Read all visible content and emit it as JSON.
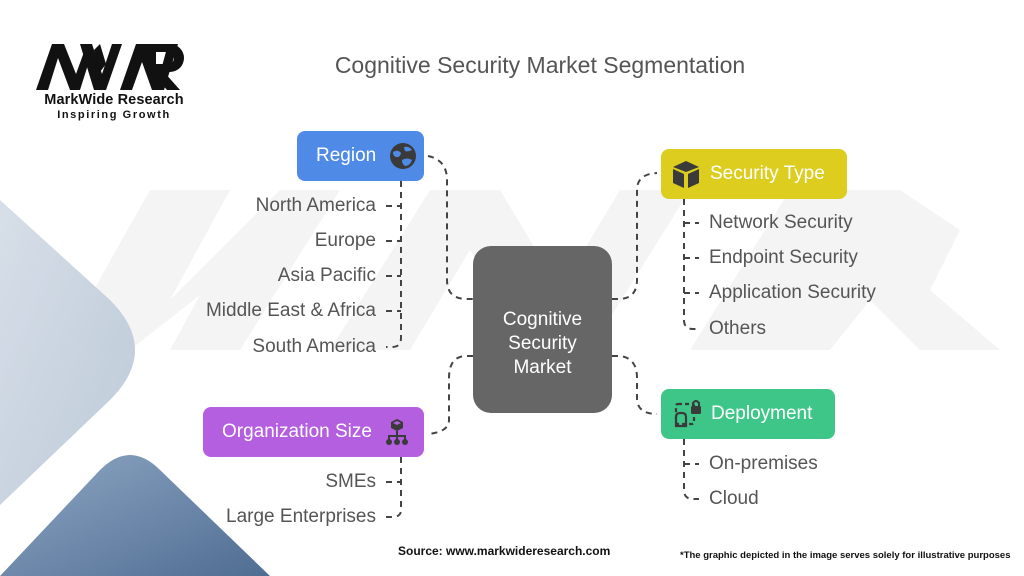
{
  "logo": {
    "mark": "MWR",
    "name": "MarkWide Research",
    "tagline": "Inspiring Growth"
  },
  "title": "Cognitive Security Market Segmentation",
  "center": {
    "line1": "Cognitive",
    "line2": "Security",
    "line3": "Market"
  },
  "segments": {
    "region": {
      "label": "Region",
      "icon": "globe-icon",
      "color": "#4f8be6",
      "items": [
        "North America",
        "Europe",
        "Asia Pacific",
        "Middle East & Africa",
        "South America"
      ]
    },
    "organization_size": {
      "label": "Organization Size",
      "icon": "org-hierarchy-icon",
      "color": "#b45ee0",
      "items": [
        "SMEs",
        "Large Enterprises"
      ]
    },
    "security_type": {
      "label": "Security Type",
      "icon": "cube-icon",
      "color": "#dccd1f",
      "items": [
        "Network Security",
        "Endpoint Security",
        "Application Security",
        "Others"
      ]
    },
    "deployment": {
      "label": "Deployment",
      "icon": "secure-deployment-lock-icon",
      "color": "#3ec688",
      "items": [
        "On-premises",
        "Cloud"
      ]
    }
  },
  "footer": {
    "source": "Source: www.markwideresearch.com",
    "disclaimer": "*The graphic depicted in the image serves solely for illustrative purposes"
  }
}
